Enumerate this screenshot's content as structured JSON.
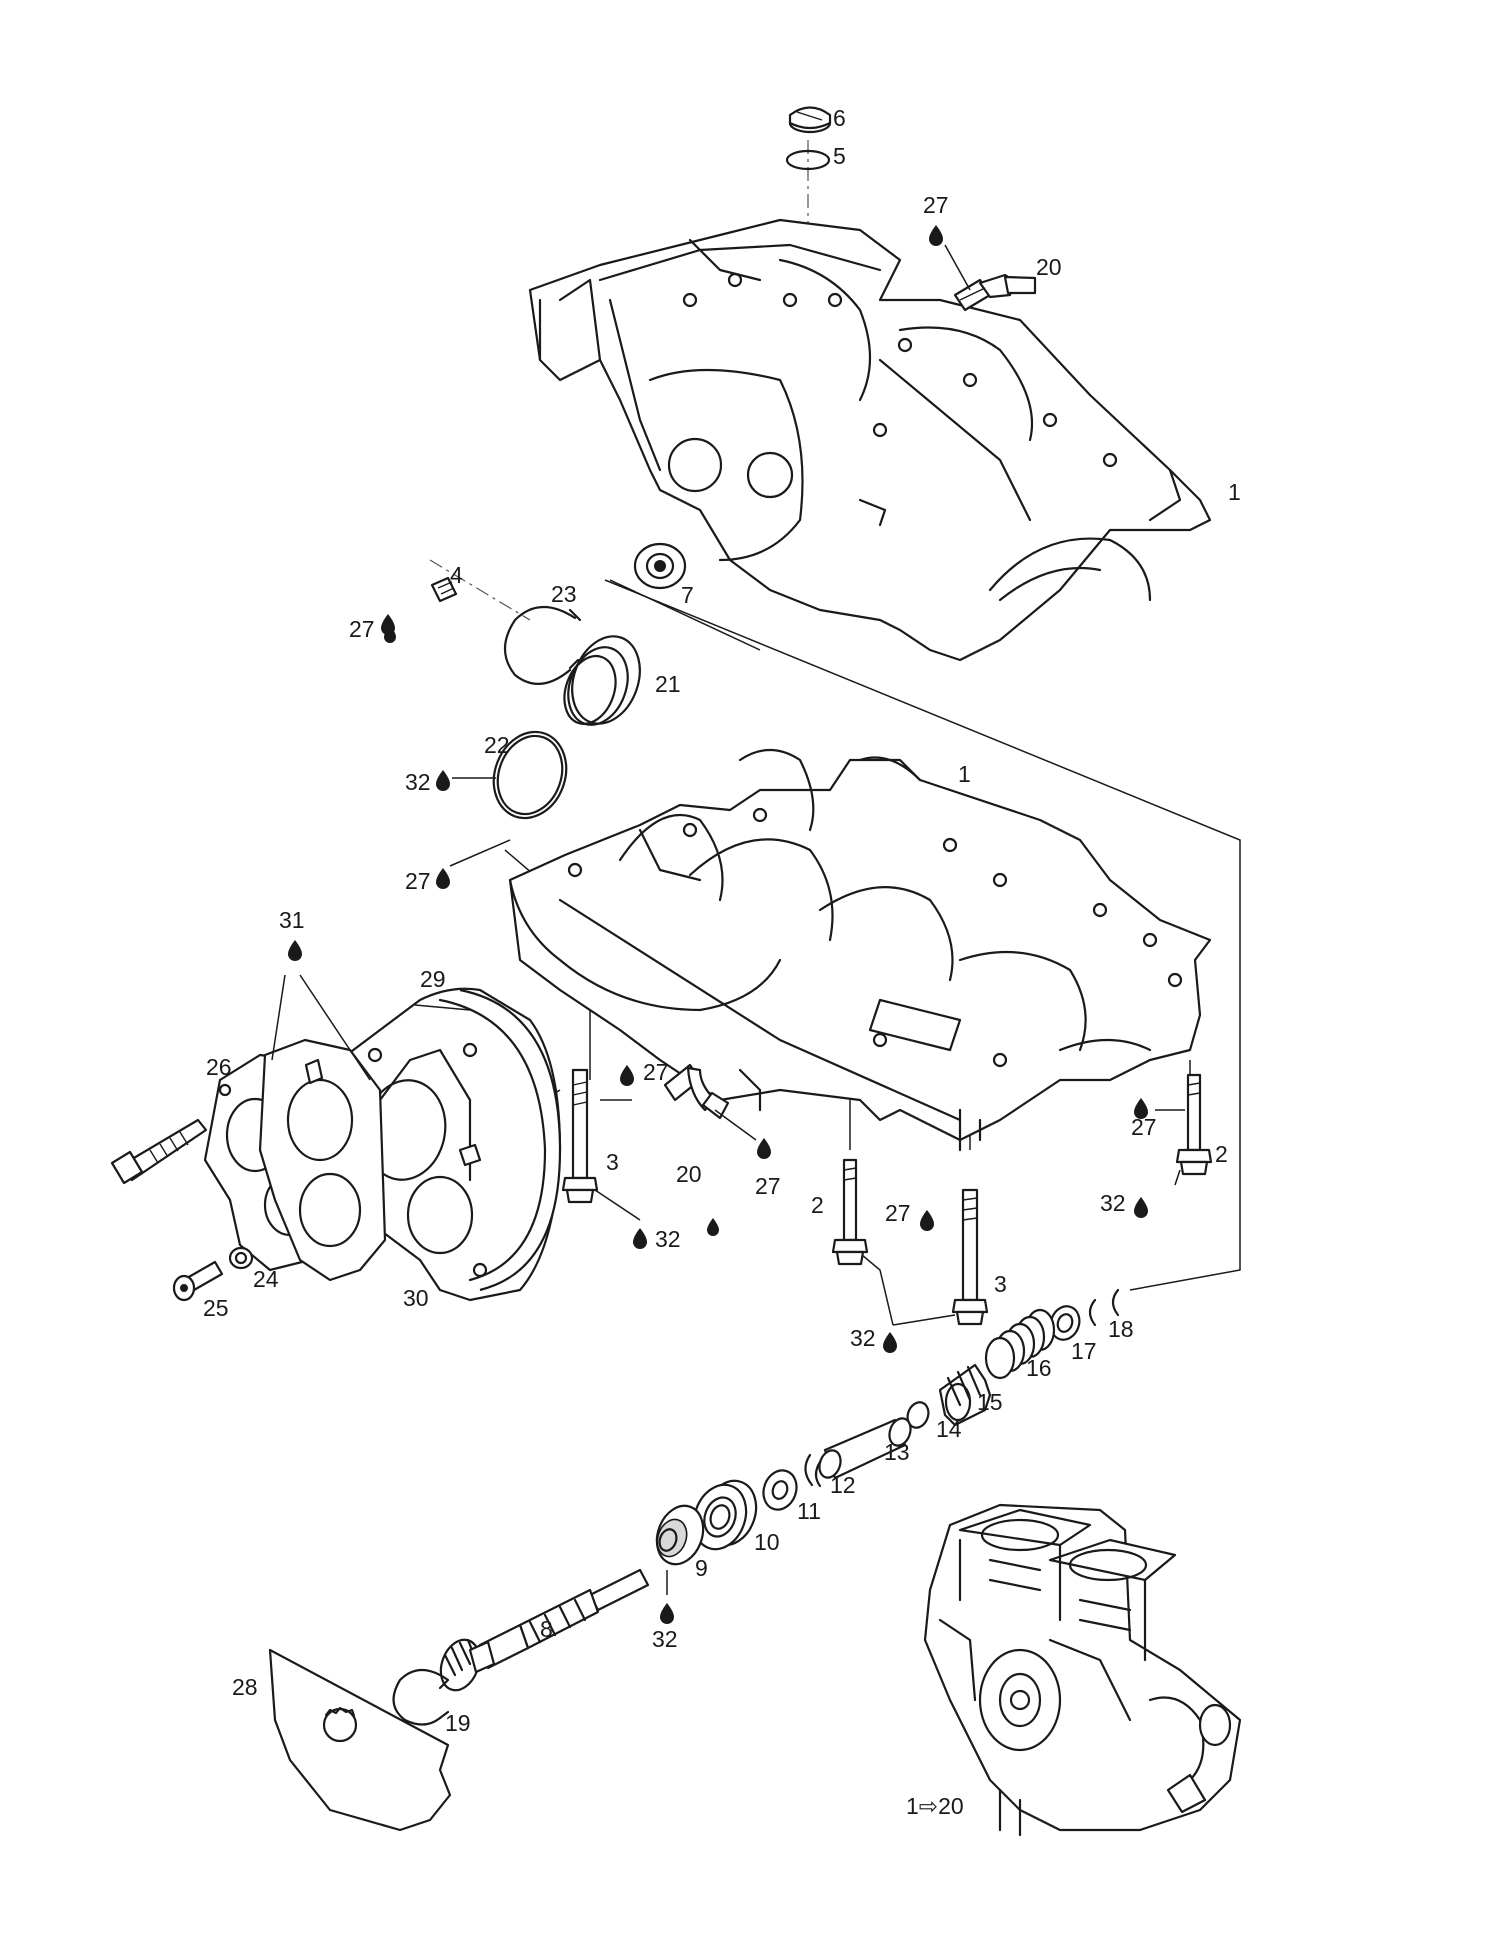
{
  "callouts": [
    {
      "id": "c6",
      "text": "6"
    },
    {
      "id": "c5",
      "text": "5"
    },
    {
      "id": "c27a",
      "text": "27"
    },
    {
      "id": "c20a",
      "text": "20"
    },
    {
      "id": "c1a",
      "text": "1"
    },
    {
      "id": "c4",
      "text": "4"
    },
    {
      "id": "c23",
      "text": "23"
    },
    {
      "id": "c7",
      "text": "7"
    },
    {
      "id": "c27b",
      "text": "27"
    },
    {
      "id": "c21",
      "text": "21"
    },
    {
      "id": "c22",
      "text": "22"
    },
    {
      "id": "c32a",
      "text": "32"
    },
    {
      "id": "c1b",
      "text": "1"
    },
    {
      "id": "c27c",
      "text": "27"
    },
    {
      "id": "c31",
      "text": "31"
    },
    {
      "id": "c29",
      "text": "29"
    },
    {
      "id": "c26",
      "text": "26"
    },
    {
      "id": "c27d",
      "text": "27"
    },
    {
      "id": "c20b",
      "text": "20"
    },
    {
      "id": "c27e",
      "text": "27"
    },
    {
      "id": "c3a",
      "text": "3"
    },
    {
      "id": "c32b",
      "text": "32"
    },
    {
      "id": "c27f",
      "text": "27"
    },
    {
      "id": "c2a",
      "text": "2"
    },
    {
      "id": "c32c",
      "text": "32"
    },
    {
      "id": "c2b",
      "text": "2"
    },
    {
      "id": "c27g",
      "text": "27"
    },
    {
      "id": "c3b",
      "text": "3"
    },
    {
      "id": "c32d",
      "text": "32"
    },
    {
      "id": "c24",
      "text": "24"
    },
    {
      "id": "c25",
      "text": "25"
    },
    {
      "id": "c30",
      "text": "30"
    },
    {
      "id": "c18",
      "text": "18"
    },
    {
      "id": "c17",
      "text": "17"
    },
    {
      "id": "c16",
      "text": "16"
    },
    {
      "id": "c15",
      "text": "15"
    },
    {
      "id": "c14",
      "text": "14"
    },
    {
      "id": "c13",
      "text": "13"
    },
    {
      "id": "c12",
      "text": "12"
    },
    {
      "id": "c11",
      "text": "11"
    },
    {
      "id": "c10",
      "text": "10"
    },
    {
      "id": "c9",
      "text": "9"
    },
    {
      "id": "c8",
      "text": "8"
    },
    {
      "id": "c32e",
      "text": "32"
    },
    {
      "id": "c28",
      "text": "28"
    },
    {
      "id": "c19",
      "text": "19"
    },
    {
      "id": "crange",
      "text": "1⇨20"
    }
  ]
}
